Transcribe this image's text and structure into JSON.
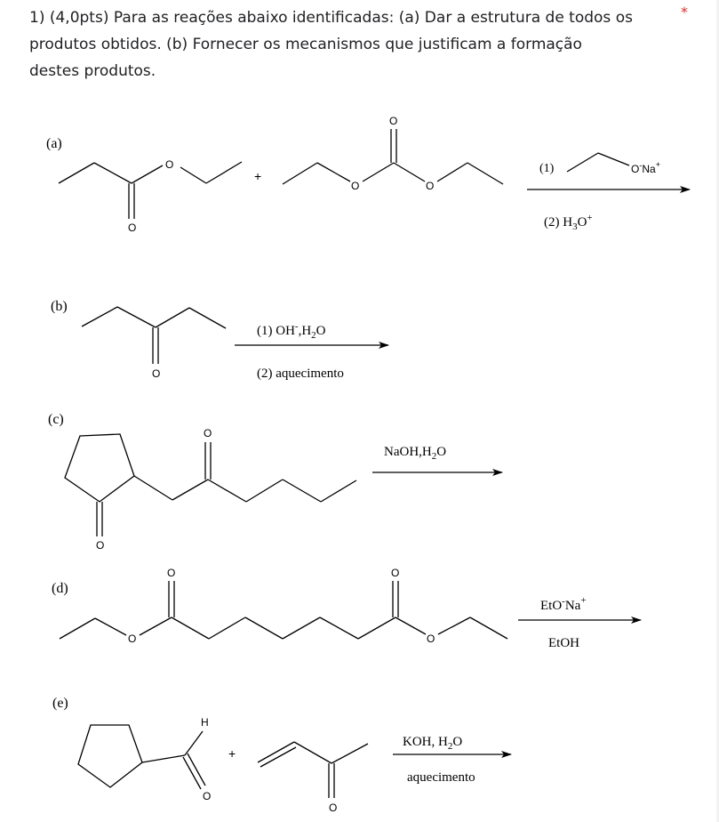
{
  "question": {
    "line1": "1) (4,0pts) Para as reações abaixo identificadas: (a) Dar a estrutura de todos os",
    "line2": "produtos obtidos. (b) Fornecer os mecanismos que justificam a formação",
    "line3": "destes produtos.",
    "required_marker": "*"
  },
  "reactions": {
    "a": {
      "label": "(a)",
      "plus": "+",
      "step1_num": "(1)",
      "step1_reagent": "O",
      "step1_reagent_sup": "-",
      "step1_counter": "Na",
      "step1_counter_sup": "+",
      "step2_num": "(2) H",
      "step2_sub": "3",
      "step2_rest": "O",
      "step2_sup": "+"
    },
    "b": {
      "label": "(b)",
      "step1_pre": "(1) OH",
      "step1_sup": "-",
      "step1_mid": ",H",
      "step1_sub": "2",
      "step1_post": "O",
      "step2": "(2) aquecimento"
    },
    "c": {
      "label": "(c)",
      "reagent_pre": "NaOH,H",
      "reagent_sub": "2",
      "reagent_post": "O"
    },
    "d": {
      "label": "(d)",
      "reagent_pre": "EtO",
      "reagent_sup1": "-",
      "reagent_mid": "Na",
      "reagent_sup2": "+",
      "solvent": "EtOH"
    },
    "e": {
      "label": "(e)",
      "plus": "+",
      "reagent_pre": "KOH, H",
      "reagent_sub": "2",
      "reagent_post": "O",
      "condition": "aquecimento"
    },
    "atoms": {
      "oxygen": "O",
      "hydrogen": "H"
    }
  }
}
